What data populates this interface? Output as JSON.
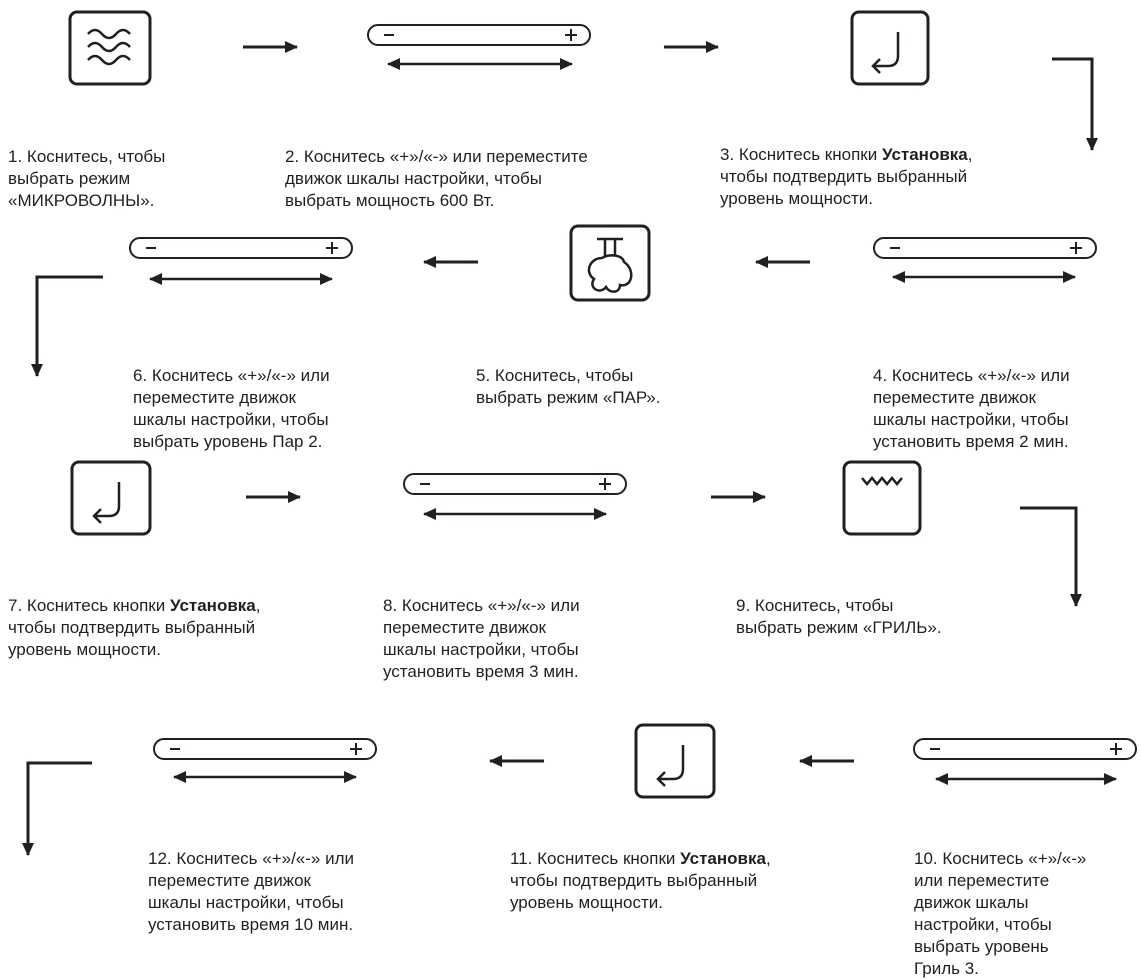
{
  "steps": [
    {
      "num": "1.",
      "pre": "Коснитесь, чтобы\nвыбрать режим\n«МИКРОВОЛНЫ».",
      "bold": "",
      "post": ""
    },
    {
      "num": "2.",
      "pre": "Коснитесь «+»/«-» или переместите\nдвижок шкалы настройки, чтобы\nвыбрать мощность 600 Вт.",
      "bold": "",
      "post": ""
    },
    {
      "num": "3.",
      "pre": "Коснитесь кнопки ",
      "bold": "Установка",
      "post": ",\nчтобы подтвердить выбранный\nуровень мощности."
    },
    {
      "num": "4.",
      "pre": "Коснитесь «+»/«-» или\nпереместите движок\nшкалы настройки, чтобы\nустановить время 2 мин.",
      "bold": "",
      "post": ""
    },
    {
      "num": "5.",
      "pre": "Коснитесь, чтобы\nвыбрать режим «ПАР».",
      "bold": "",
      "post": ""
    },
    {
      "num": "6.",
      "pre": "Коснитесь «+»/«-» или\nпереместите движок\nшкалы настройки, чтобы\nвыбрать уровень Пар 2.",
      "bold": "",
      "post": ""
    },
    {
      "num": "7.",
      "pre": "Коснитесь кнопки ",
      "bold": "Установка",
      "post": ",\nчтобы подтвердить выбранный\nуровень мощности."
    },
    {
      "num": "8.",
      "pre": "Коснитесь «+»/«-» или\nпереместите движок\nшкалы настройки, чтобы\nустановить время 3 мин.",
      "bold": "",
      "post": ""
    },
    {
      "num": "9.",
      "pre": "Коснитесь, чтобы\nвыбрать режим «ГРИЛЬ».",
      "bold": "",
      "post": ""
    },
    {
      "num": "10.",
      "pre": "Коснитесь «+»/«-»\nили переместите\nдвижок шкалы\nнастройки, чтобы\nвыбрать уровень\nГриль 3.",
      "bold": "",
      "post": ""
    },
    {
      "num": "11.",
      "pre": "Коснитесь кнопки ",
      "bold": "Установка",
      "post": ",\nчтобы подтвердить выбранный\nуровень мощности."
    },
    {
      "num": "12.",
      "pre": "Коснитесь «+»/«-» или\nпереместите движок\nшкалы настройки, чтобы\nустановить время 10 мин.",
      "bold": "",
      "post": ""
    }
  ],
  "slider": {
    "minus": "−",
    "plus": "+"
  }
}
